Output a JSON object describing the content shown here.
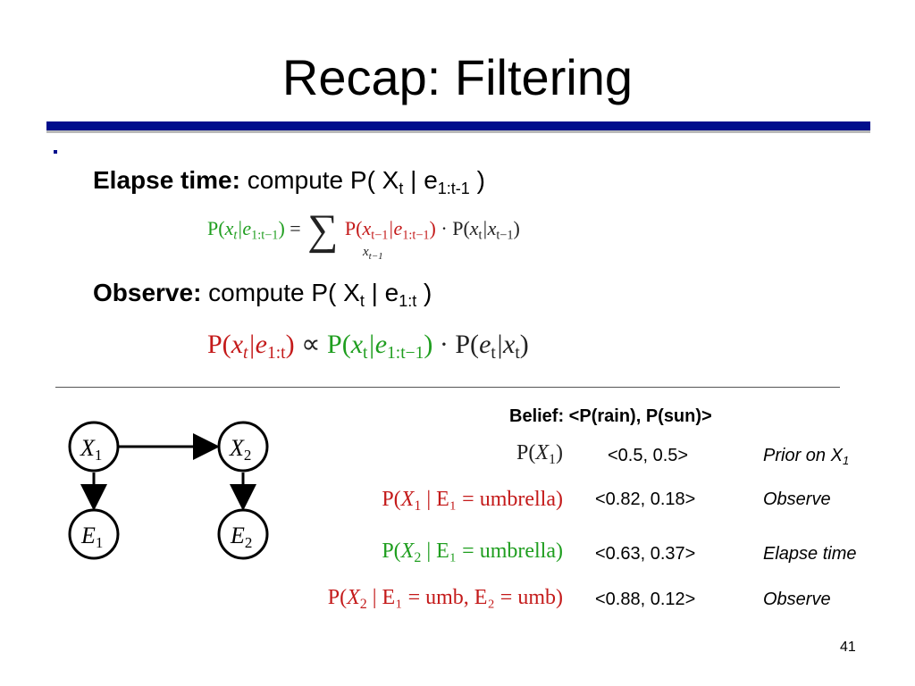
{
  "slide": {
    "title": "Recap: Filtering",
    "page_number": "41",
    "accent_color": "#000e8c"
  },
  "elapse": {
    "label": "Elapse time:",
    "text_pre": " compute P( X",
    "sub_t": "t",
    "text_mid": " | e",
    "sub_range": "1:t-1",
    "text_post": " )",
    "equation": {
      "lhs_P": "P(",
      "lhs_x": "x",
      "lhs_xsub": "t",
      "lhs_bar": "|e",
      "lhs_esub": "1:t−1",
      "lhs_close": ")",
      "equals": " = ",
      "sum_symbol": "∑",
      "sum_index": "x",
      "sum_index_sub": "t−1",
      "term1_P": " P(",
      "term1_x": "x",
      "term1_xsub": "t−1",
      "term1_bar": "|e",
      "term1_esub": "1:t−1",
      "term1_close": ")",
      "dot": " · ",
      "term2_P": "P(",
      "term2_x": "x",
      "term2_xsub": "t",
      "term2_bar": "|x",
      "term2_sub2": "t−1",
      "term2_close": ")"
    }
  },
  "observe": {
    "label": "Observe:",
    "text_pre": " compute P( X",
    "sub_t": "t",
    "text_mid": " | e",
    "sub_range": "1:t",
    "text_post": " )",
    "equation": {
      "lhs_P": "P(",
      "lhs_x": "x",
      "lhs_xsub": "t",
      "lhs_bar": "|e",
      "lhs_esub": "1:t",
      "lhs_close": ")",
      "propto": " ∝ ",
      "term1_P": "P(",
      "term1_x": "x",
      "term1_xsub": "t",
      "term1_bar": "|e",
      "term1_esub": "1:t−1",
      "term1_close": ")",
      "dot": " · ",
      "term2_P": "P(",
      "term2_e": "e",
      "term2_esub": "t",
      "term2_bar": "|x",
      "term2_xsub": "t",
      "term2_close": ")"
    }
  },
  "network": {
    "nodes": [
      {
        "id": "X1",
        "letter": "X",
        "sub": "1"
      },
      {
        "id": "X2",
        "letter": "X",
        "sub": "2"
      },
      {
        "id": "E1",
        "letter": "E",
        "sub": "1"
      },
      {
        "id": "E2",
        "letter": "E",
        "sub": "2"
      }
    ]
  },
  "belief": {
    "header": "Belief: <P(rain), P(sun)>",
    "rows": [
      {
        "expr_P": "P(",
        "expr_var": "X",
        "expr_sub": "1",
        "expr_rest": ")",
        "expr_cond": "",
        "value": "<0.5, 0.5>",
        "note": "Prior on X",
        "note_sub": "1",
        "color": "#222222"
      },
      {
        "expr_P": "P(",
        "expr_var": "X",
        "expr_sub": "1",
        "expr_rest": "",
        "expr_cond": " | E₁ = umbrella)",
        "value": "<0.82, 0.18>",
        "note": "Observe",
        "note_sub": "",
        "color": "#c41a1a"
      },
      {
        "expr_P": "P(",
        "expr_var": "X",
        "expr_sub": "2",
        "expr_rest": "",
        "expr_cond": " | E₁ = umbrella)",
        "value": "<0.63, 0.37>",
        "note": "Elapse time",
        "note_sub": "",
        "color": "#1f9e1f"
      },
      {
        "expr_P": "P(",
        "expr_var": "X",
        "expr_sub": "2",
        "expr_rest": "",
        "expr_cond": " | E₁ = umb, E₂ = umb)",
        "value": "<0.88, 0.12>",
        "note": "Observe",
        "note_sub": "",
        "color": "#c41a1a"
      }
    ]
  }
}
